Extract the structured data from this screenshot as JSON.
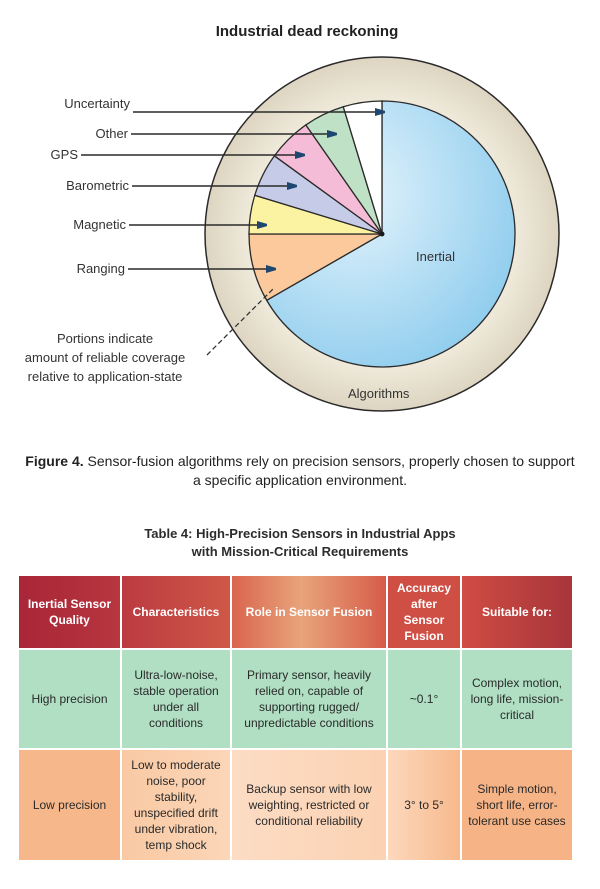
{
  "chart_data": {
    "type": "pie",
    "title": "Industrial dead reckoning",
    "slices": [
      {
        "label": "Inertial",
        "value": 66.7,
        "color": "#a9d8f2"
      },
      {
        "label": "Ranging",
        "value": 8.3,
        "color": "#fbc99c"
      },
      {
        "label": "Magnetic",
        "value": 4.7,
        "color": "#fbf3a2"
      },
      {
        "label": "Barometric",
        "value": 5.3,
        "color": "#c6cbe8"
      },
      {
        "label": "GPS",
        "value": 5.3,
        "color": "#f4bcd6"
      },
      {
        "label": "Other",
        "value": 5.0,
        "color": "#bfe2c6"
      },
      {
        "label": "Uncertainty",
        "value": 4.7,
        "color": "#ffffff"
      }
    ],
    "ring_label": "Algorithms",
    "ring_color": "#e7e0cf",
    "arrow_color": "#1d4770",
    "annotation": [
      "Portions indicate",
      "amount of reliable coverage",
      "relative to application-state"
    ]
  },
  "caption": {
    "figure_label": "Figure 4.",
    "text": " Sensor-fusion algorithms rely on precision sensors, properly chosen to support a specific application environment."
  },
  "table": {
    "title_line1": "Table 4: High-Precision Sensors in Industrial Apps",
    "title_line2": "with Mission-Critical Requirements",
    "headers": [
      "Inertial Sensor Quality",
      "Characteristics",
      "Role in Sensor Fusion",
      "Accuracy after Sensor Fusion",
      "Suitable for:"
    ],
    "rows": [
      [
        "High precision",
        "Ultra-low-noise, stable operation under all conditions",
        "Primary sensor, heavily relied on, capable of supporting rugged/ unpredictable conditions",
        "~0.1°",
        "Complex motion, long life, mission-critical"
      ],
      [
        "Low precision",
        "Low to moderate noise, poor stability, unspecified drift under vibration, temp shock",
        "Backup sensor with low weighting, restricted or conditional reliability",
        "3° to 5°",
        "Simple motion, short life, error-tolerant use cases"
      ]
    ],
    "colors": {
      "header": "#b5323f",
      "high_row": "#b0dfc3",
      "low_row": "#f6b88b"
    }
  }
}
